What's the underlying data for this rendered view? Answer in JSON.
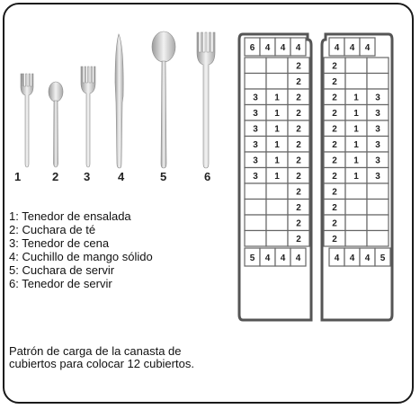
{
  "utensil_numbers": [
    "1",
    "2",
    "3",
    "4",
    "5",
    "6"
  ],
  "legend": [
    "1: Tenedor de ensalada",
    "2: Cuchara de té",
    "3: Tenedor de cena",
    "4:  Cuchillo de mango sólido",
    "5: Cuchara de servir",
    "6: Tenedor de servir"
  ],
  "caption": "Patrón de carga de la canasta de cubiertos para colocar 12 cubiertos.",
  "basket": {
    "left": {
      "top": [
        "6",
        "4",
        "4",
        "4"
      ],
      "rows": [
        [
          "",
          "",
          "2"
        ],
        [
          "",
          "",
          "2"
        ],
        [
          "3",
          "1",
          "2"
        ],
        [
          "3",
          "1",
          "2"
        ],
        [
          "3",
          "1",
          "2"
        ],
        [
          "3",
          "1",
          "2"
        ],
        [
          "3",
          "1",
          "2"
        ],
        [
          "3",
          "1",
          "2"
        ],
        [
          "",
          "",
          "2"
        ],
        [
          "",
          "",
          "2"
        ],
        [
          "",
          "",
          "2"
        ],
        [
          "",
          "",
          "2"
        ]
      ],
      "bottom": [
        "5",
        "4",
        "4",
        "4"
      ]
    },
    "right": {
      "top": [
        "4",
        "4",
        "4"
      ],
      "rows": [
        [
          "2",
          "",
          ""
        ],
        [
          "2",
          "",
          ""
        ],
        [
          "2",
          "1",
          "3"
        ],
        [
          "2",
          "1",
          "3"
        ],
        [
          "2",
          "1",
          "3"
        ],
        [
          "2",
          "1",
          "3"
        ],
        [
          "2",
          "1",
          "3"
        ],
        [
          "2",
          "1",
          "3"
        ],
        [
          "2",
          "",
          ""
        ],
        [
          "2",
          "",
          ""
        ],
        [
          "2",
          "",
          ""
        ],
        [
          "2",
          "",
          ""
        ]
      ],
      "bottom": [
        "4",
        "4",
        "4",
        "5"
      ]
    }
  }
}
